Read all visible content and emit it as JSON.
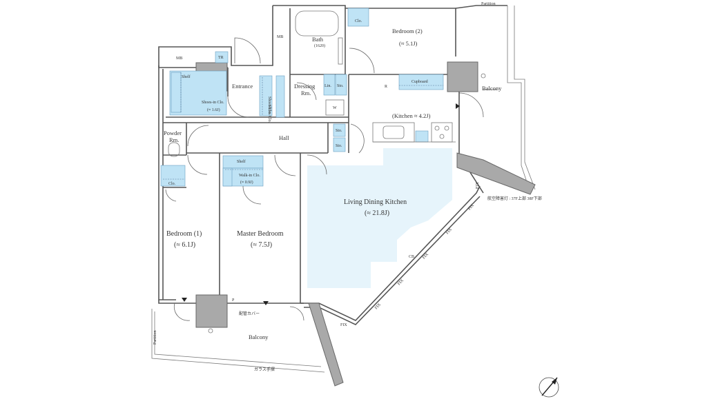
{
  "rooms": {
    "bedroom2": "Bedroom (2)",
    "bedroom2_area": "(≈ 5.1J)",
    "bath": "Bath",
    "bath_size": "(1620)",
    "mb_top": "MB",
    "mb_left": "MB",
    "tr": "TR",
    "entrance": "Entrance",
    "dressing": "Dressing",
    "dressing2": "Rm.",
    "kitchen": "(Kitchen ≈ 4.2J)",
    "balcony_right": "Balcony",
    "hall": "Hall",
    "powder": "Powder",
    "powder2": "Rm.",
    "ldk": "Living Dining Kitchen",
    "ldk_area": "(≈ 21.8J)",
    "bedroom1": "Bedroom (1)",
    "bedroom1_area": "(≈ 6.1J)",
    "master": "Master Bedroom",
    "master_area": "(≈ 7.5J)",
    "balcony_bottom": "Balcony"
  },
  "storage": {
    "shoes_in_clo": "Shoes-in Clo.",
    "shoes_in_area": "(≈ 1.6J)",
    "shelf": "Shelf",
    "shoes_clo": "Shoes Clo.",
    "lin": "Lin.",
    "sto": "Sto.",
    "clo": "Clo.",
    "w": "W",
    "cupboard": "Cupboard",
    "r": "R",
    "walkin": "Walk-in Clo.",
    "walkin_area": "(≈ 0.9J)",
    "p": "P"
  },
  "annotations": {
    "partition_top": "Partition",
    "partition_left": "Partition",
    "fix": "FIX",
    "cb": "CB",
    "aviation": "航空障害灯 : 37F上部 38F下部",
    "pipe": "配管カバー",
    "glass_rail": "ガラス手摺"
  },
  "colors": {
    "storage_blue": "#bfe3f5",
    "ldk_tint": "#e6f4fb",
    "column_gray": "#a9a9a9"
  },
  "icons": [
    "compass-icon",
    "entry-arrow-icon",
    "stove-icon",
    "sink-icon"
  ]
}
